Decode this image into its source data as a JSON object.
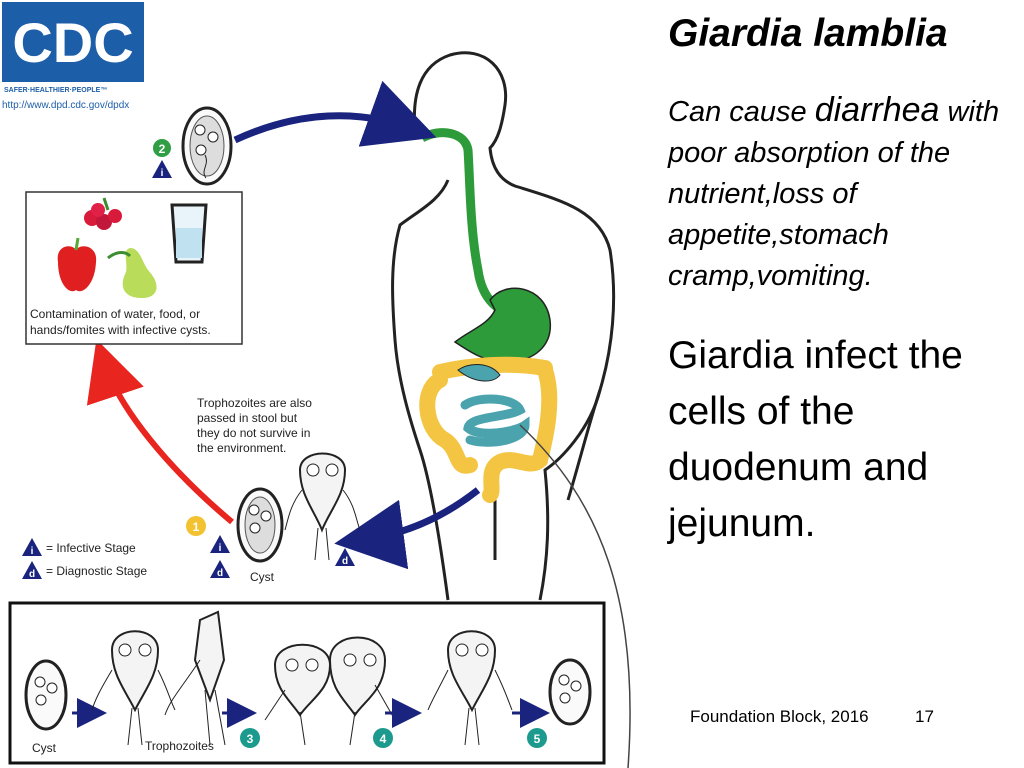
{
  "logo": {
    "text": "CDC",
    "tagline": "SAFER·HEALTHIER·PEOPLE™",
    "url": "http://www.dpd.cdc.gov/dpdx"
  },
  "slide": {
    "title": "Giardia lamblia",
    "intro_lead": "Can cause ",
    "intro_big": "diarrhea",
    "intro_rest": "with poor absorption of the nutrient,loss of appetite,stomach cramp,vomiting.",
    "main": "Giardia infect the cells of the duodenum and jejunum.",
    "footer": "Foundation Block, 2016",
    "page": "17"
  },
  "diagram": {
    "contamination_line1": "Contamination of water, food, or",
    "contamination_line2": "hands/fomites with infective cysts.",
    "trophozoite_note": [
      "Trophozoites are also",
      "passed in stool but",
      "they do not survive in",
      "the environment."
    ],
    "legend_infective": "= Infective Stage",
    "legend_diagnostic": "= Diagnostic Stage",
    "legend_i": "i",
    "legend_d": "d",
    "cyst_label": "Cyst",
    "bottom_cyst_label": "Cyst",
    "trophozoites_label": "Trophozoites",
    "steps": [
      "1",
      "2",
      "3",
      "4",
      "5"
    ]
  },
  "colors": {
    "logo_blue": "#1d5ea8",
    "arrow_blue": "#1a237e",
    "arrow_red": "#e8251f",
    "stomach_green": "#2e9b3a",
    "colon_yellow": "#f4c542",
    "intestine_teal": "#4aa3ad",
    "step_green": "#2f9e44",
    "step_yellow": "#f2c230",
    "step_teal": "#1c9a8e"
  }
}
